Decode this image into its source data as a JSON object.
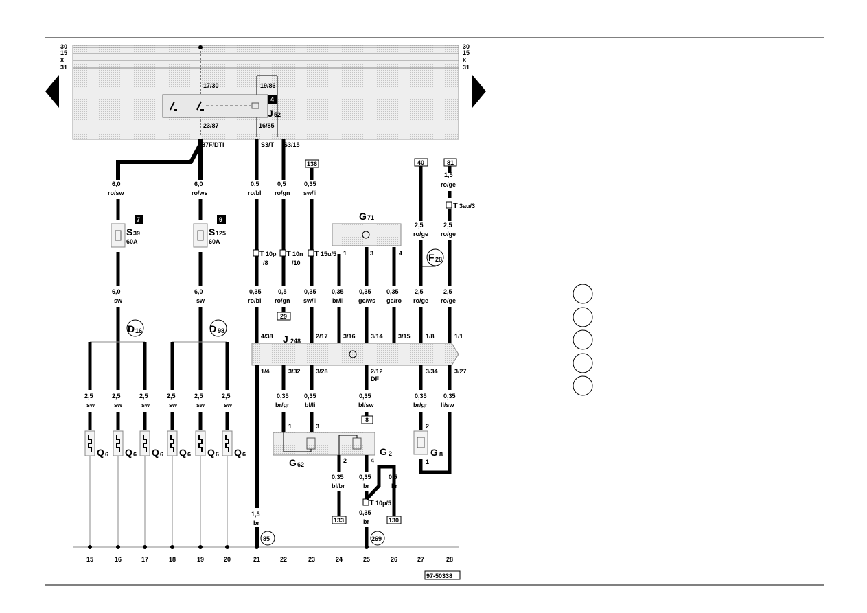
{
  "rails": {
    "left": [
      "30",
      "15",
      "x",
      "31"
    ],
    "right": [
      "30",
      "15",
      "x",
      "31"
    ]
  },
  "relay": {
    "code": "4",
    "name": "J",
    "sub": "52",
    "pins": [
      "17/30",
      "19/86",
      "23/87",
      "16/85"
    ]
  },
  "panel_labels": [
    "87F/DTI",
    "S3/T",
    "S3/15"
  ],
  "boxes": [
    "136",
    "40",
    "81",
    "29",
    "8",
    "133",
    "130",
    "97-50338"
  ],
  "wires": [
    {
      "size": "6,0",
      "color": "ro/sw"
    },
    {
      "size": "6,0",
      "color": "ro/ws"
    },
    {
      "size": "0,5",
      "color": "ro/bl"
    },
    {
      "size": "0,5",
      "color": "ro/gn"
    },
    {
      "size": "0,35",
      "color": "sw/li"
    },
    {
      "size": "1,5",
      "color": "ro/ge"
    },
    {
      "size": "2,5",
      "color": "ro/ge"
    },
    {
      "size": "2,5",
      "color": "ro/ge"
    },
    {
      "size": "6,0",
      "color": "sw"
    },
    {
      "size": "6,0",
      "color": "sw"
    },
    {
      "size": "0,35",
      "color": "ro/bl"
    },
    {
      "size": "0,5",
      "color": "ro/gn"
    },
    {
      "size": "0,35",
      "color": "sw/li"
    },
    {
      "size": "0,35",
      "color": "br/li"
    },
    {
      "size": "0,35",
      "color": "ge/ws"
    },
    {
      "size": "0,35",
      "color": "ge/ro"
    },
    {
      "size": "2,5",
      "color": "ro/ge"
    },
    {
      "size": "2,5",
      "color": "ro/ge"
    },
    {
      "size": "2,5",
      "color": "sw"
    },
    {
      "size": "2,5",
      "color": "sw"
    },
    {
      "size": "2,5",
      "color": "sw"
    },
    {
      "size": "2,5",
      "color": "sw"
    },
    {
      "size": "2,5",
      "color": "sw"
    },
    {
      "size": "2,5",
      "color": "sw"
    },
    {
      "size": "0,35",
      "color": "br/gr"
    },
    {
      "size": "0,35",
      "color": "bl/li"
    },
    {
      "size": "0,35",
      "color": "bl/sw"
    },
    {
      "size": "0,35",
      "color": "br/gr"
    },
    {
      "size": "0,35",
      "color": "li/sw"
    },
    {
      "size": "0,35",
      "color": "bl/br"
    },
    {
      "size": "0,35",
      "color": "br"
    },
    {
      "size": "0,5",
      "color": "br"
    },
    {
      "size": "0,35",
      "color": "br"
    },
    {
      "size": "1,5",
      "color": "br"
    }
  ],
  "connectors": [
    {
      "name": "T",
      "sub": "3au/3"
    },
    {
      "name": "T",
      "sub": "10p",
      "pin": "/8"
    },
    {
      "name": "T",
      "sub": "10n",
      "pin": "/10"
    },
    {
      "name": "T",
      "sub": "15u/5"
    },
    {
      "name": "T",
      "sub": "10p/5"
    }
  ],
  "fuses": [
    {
      "code": "7",
      "name": "S",
      "sub": "39",
      "rating": "60A"
    },
    {
      "code": "9",
      "name": "S",
      "sub": "125",
      "rating": "60A"
    }
  ],
  "components": {
    "g71": {
      "name": "G",
      "sub": "71",
      "pins": [
        "1",
        "3",
        "4"
      ]
    },
    "f28": {
      "name": "F",
      "sub": "28"
    },
    "d16": {
      "name": "D",
      "sub": "16"
    },
    "d98": {
      "name": "D",
      "sub": "98"
    },
    "j248": {
      "name": "J",
      "sub": "248"
    },
    "g62": {
      "name": "G",
      "sub": "62",
      "pins": [
        "1",
        "3"
      ]
    },
    "g2": {
      "name": "G",
      "sub": "2",
      "pins": [
        "2",
        "4"
      ]
    },
    "g8": {
      "name": "G",
      "sub": "8",
      "pins": [
        "2",
        "1"
      ]
    },
    "q6": {
      "name": "Q",
      "sub": "6"
    }
  },
  "j248_pins_top": [
    "4/38",
    "2/17",
    "3/16",
    "3/14",
    "3/15",
    "1/8",
    "1/1"
  ],
  "j248_pins_bottom": [
    "1/4",
    "3/32",
    "3/28",
    "2/12",
    "DF",
    "3/34",
    "3/27"
  ],
  "ground_refs": [
    "85",
    "269"
  ],
  "columns": [
    "15",
    "16",
    "17",
    "18",
    "19",
    "20",
    "21",
    "22",
    "23",
    "24",
    "25",
    "26",
    "27",
    "28"
  ]
}
